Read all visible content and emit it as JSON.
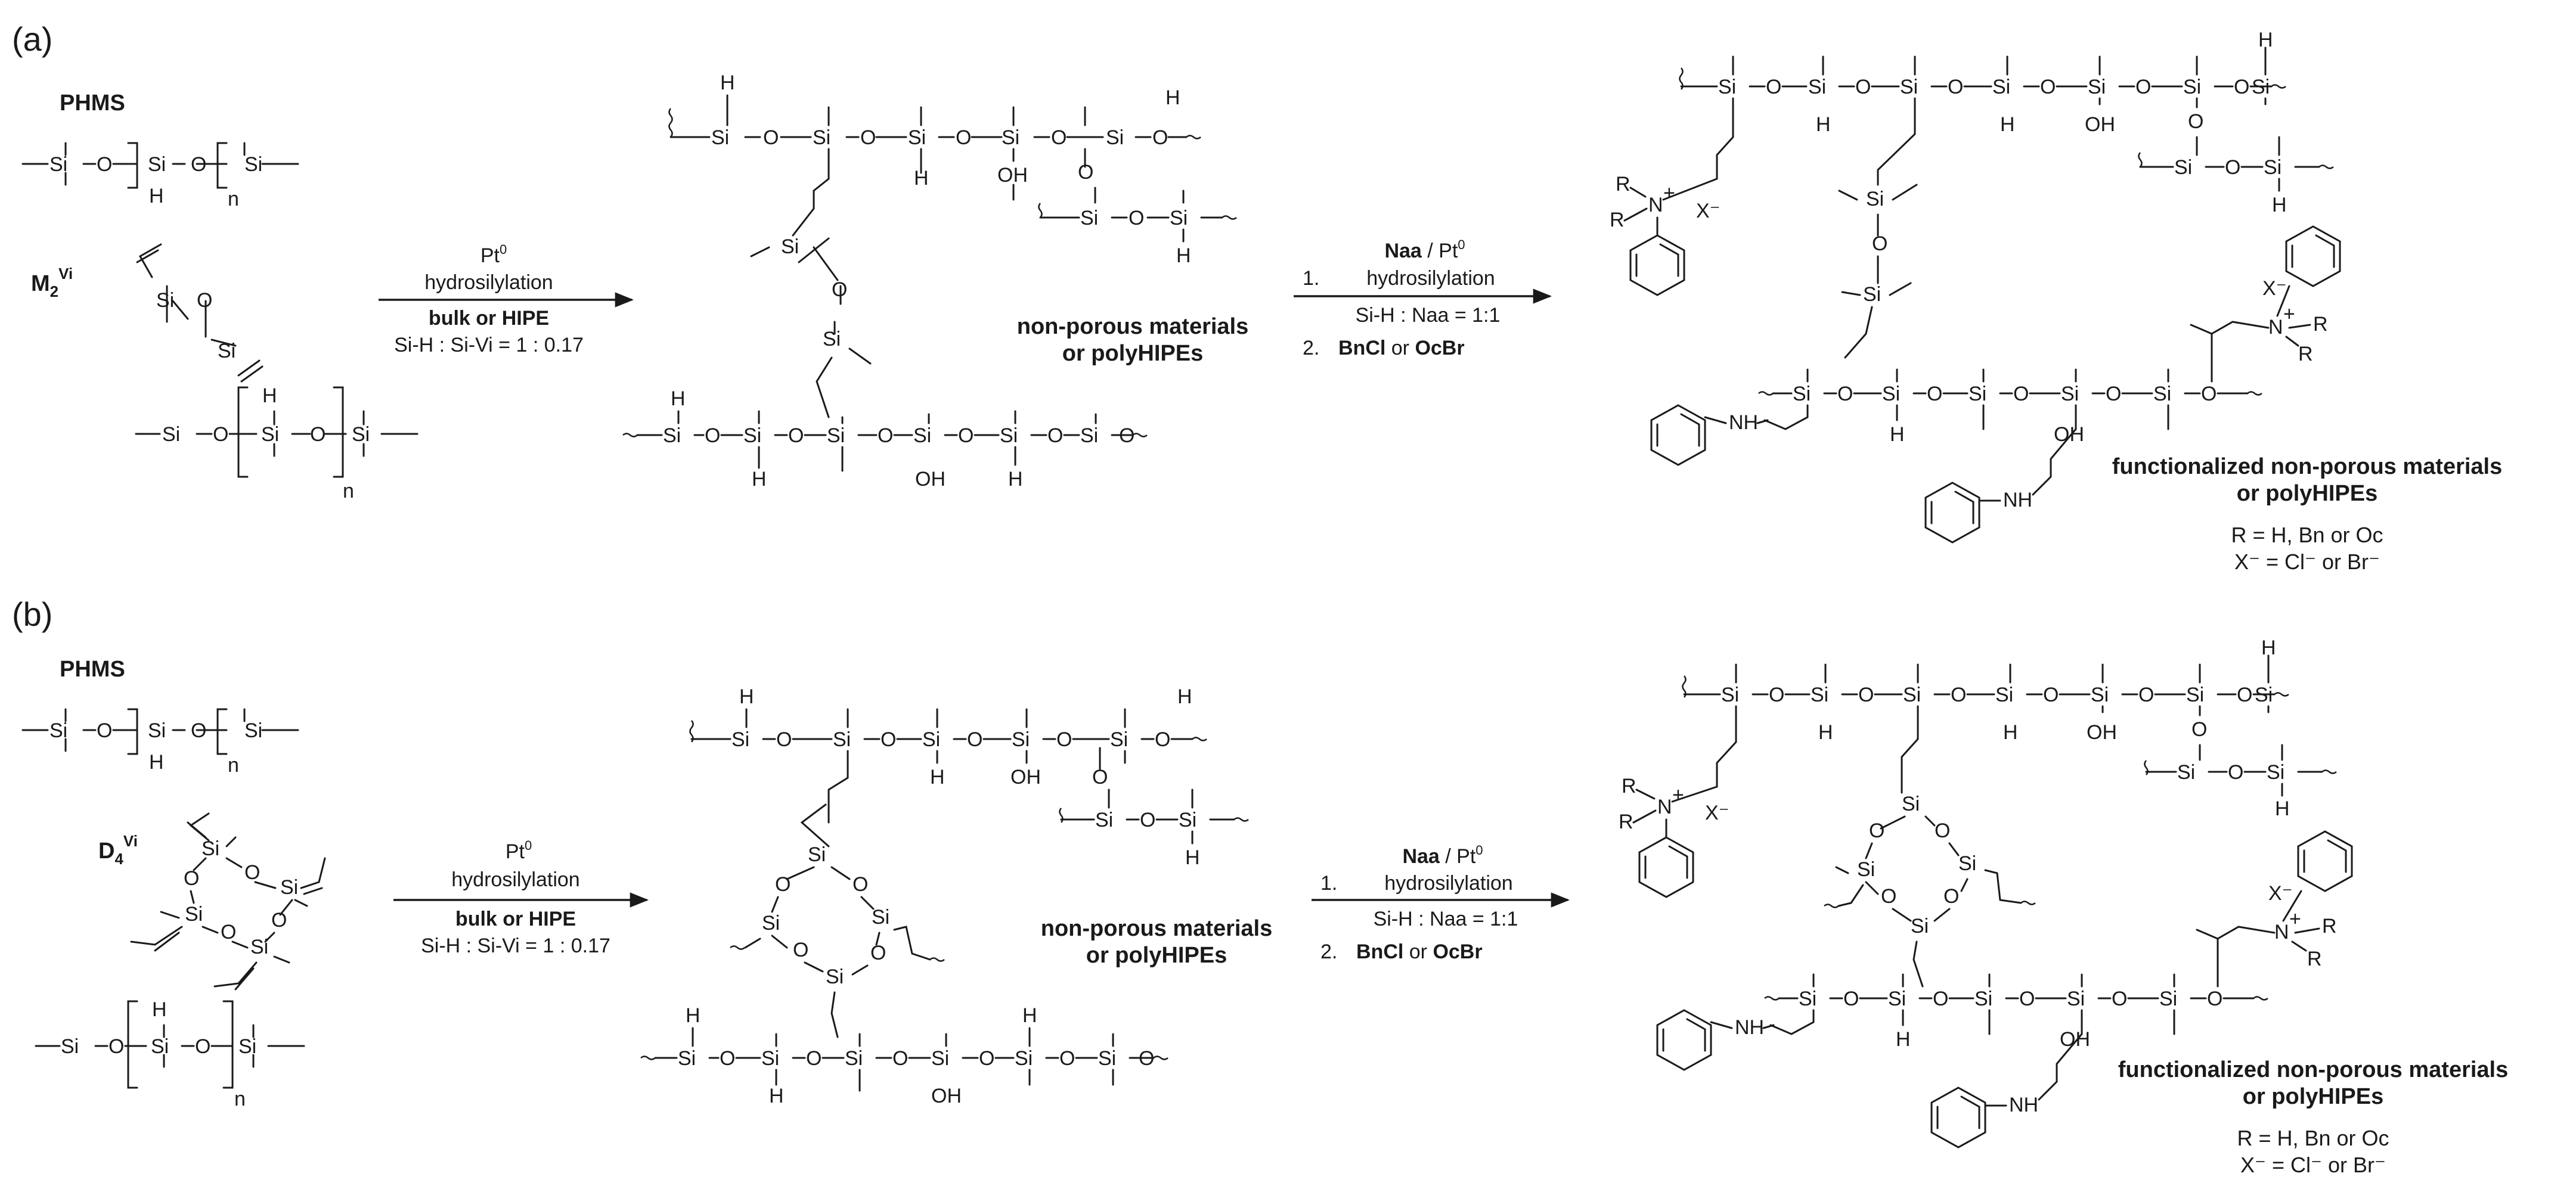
{
  "panels": [
    {
      "label": "(a)",
      "reactants": {
        "polymer": "PHMS",
        "crosslinker_main": "M",
        "crosslinker_sub": "2",
        "crosslinker_sup": "Vi"
      },
      "step1": {
        "catalyst_main": "Pt",
        "catalyst_sup": "0",
        "line2": "hydrosilylation",
        "line3": "bulk or HIPE",
        "ratio": "Si-H : Si-Vi = 1 : 0.17"
      },
      "intermediate_line1": "non-porous materials",
      "intermediate_line2": "or polyHIPEs",
      "step2": {
        "num1": "1.",
        "naa": "Naa",
        "pt_suffix": " / Pt",
        "pt_sup": "0",
        "hydro": "hydrosilylation",
        "ratio": "Si-H : Naa = 1:1",
        "num2": "2.",
        "bncl": "BnCl",
        "or": " or ",
        "ocbr": "OcBr"
      },
      "product_line1": "functionalized non-porous materials",
      "product_line2": "or polyHIPEs",
      "r_def": "R = H, Bn or Oc",
      "x_def": "X⁻ = Cl⁻ or Br⁻"
    },
    {
      "label": "(b)",
      "reactants": {
        "polymer": "PHMS",
        "crosslinker_main": "D",
        "crosslinker_sub": "4",
        "crosslinker_sup": "Vi"
      },
      "step1": {
        "catalyst_main": "Pt",
        "catalyst_sup": "0",
        "line2": "hydrosilylation",
        "line3": "bulk or HIPE",
        "ratio": "Si-H : Si-Vi = 1 : 0.17"
      },
      "intermediate_line1": "non-porous materials",
      "intermediate_line2": "or polyHIPEs",
      "step2": {
        "num1": "1.",
        "naa": "Naa",
        "pt_suffix": " / Pt",
        "pt_sup": "0",
        "hydro": "hydrosilylation",
        "ratio": "Si-H : Naa = 1:1",
        "num2": "2.",
        "bncl": "BnCl",
        "or": " or ",
        "ocbr": "OcBr"
      },
      "product_line1": "functionalized non-porous materials",
      "product_line2": "or polyHIPEs",
      "r_def": "R = H, Bn or Oc",
      "x_def": "X⁻ = Cl⁻ or Br⁻"
    }
  ],
  "atoms": {
    "si": "Si",
    "o": "O",
    "h": "H",
    "oh": "OH",
    "nh": "NH",
    "n": "N",
    "n_charge": "+",
    "r": "R",
    "x": "X⁻",
    "n_sub": "n"
  }
}
